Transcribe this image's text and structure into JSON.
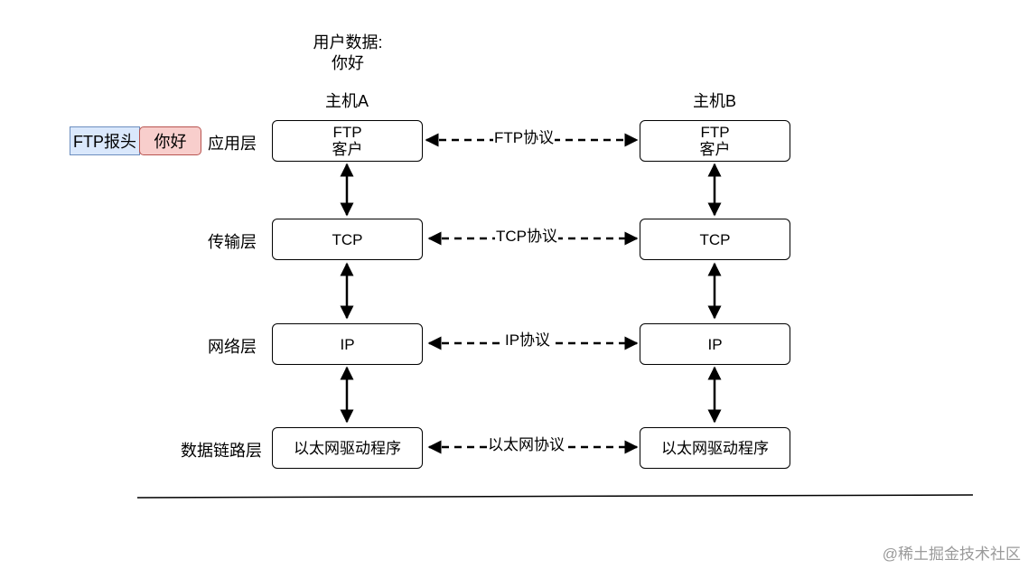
{
  "user_data": {
    "line1": "用户数据:",
    "line2": "你好"
  },
  "hosts": [
    {
      "title": "主机A"
    },
    {
      "title": "主机B"
    }
  ],
  "header_bar": {
    "header": "FTP报头",
    "payload": "你好"
  },
  "layers": [
    {
      "label": "应用层",
      "box_line1": "FTP",
      "box_line2": "客户",
      "protocol": "FTP协议"
    },
    {
      "label": "传输层",
      "box_line1": "TCP",
      "box_line2": "",
      "protocol": "TCP协议"
    },
    {
      "label": "网络层",
      "box_line1": "IP",
      "box_line2": "",
      "protocol": "IP协议"
    },
    {
      "label": "数据链路层",
      "box_line1": "以太网驱动程序",
      "box_line2": "",
      "protocol": "以太网协议"
    }
  ],
  "watermark": "@稀土掘金技术社区",
  "colors": {
    "header_fill": "#dae8fc",
    "header_border": "#6c8ebf",
    "payload_fill": "#f8cecc",
    "payload_border": "#b85450"
  }
}
